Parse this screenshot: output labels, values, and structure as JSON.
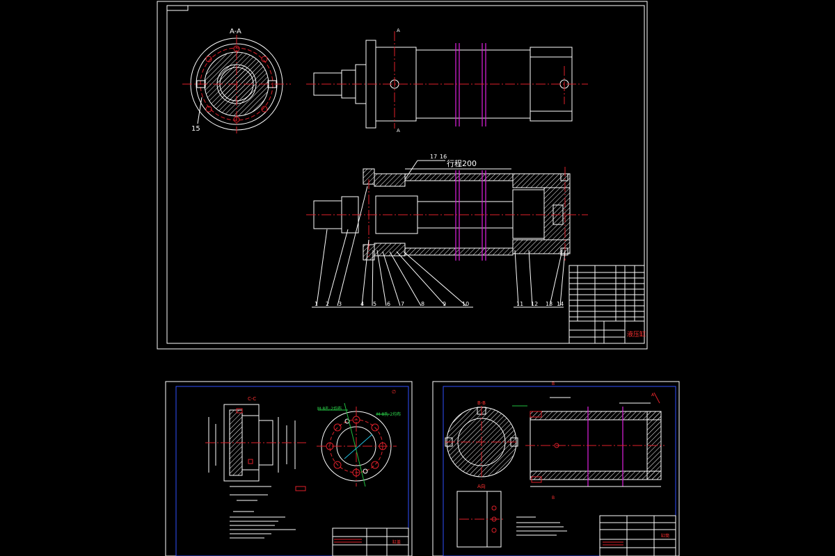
{
  "main_sheet": {
    "section_label": "A-A",
    "stroke_label": "行程200",
    "balloon_top": [
      "17",
      "16"
    ],
    "balloon_left": "15",
    "balloons": [
      "1",
      "2",
      "3",
      "4",
      "5",
      "6",
      "7",
      "8",
      "9",
      "10",
      "11",
      "12",
      "13",
      "14"
    ],
    "title_text": "液压缸",
    "marker_a_top": "A",
    "marker_a_bottom": "A"
  },
  "sheet_left": {
    "section_label": "C-C",
    "note_green_1": "M-8孔-2均布",
    "note_green_2": "M-8孔-2均布",
    "title_red": "缸盖"
  },
  "sheet_right": {
    "section_label": "B-B",
    "view_label": "A向",
    "marker_b": "B",
    "marker_a": "A",
    "title_red": "缸筒"
  }
}
